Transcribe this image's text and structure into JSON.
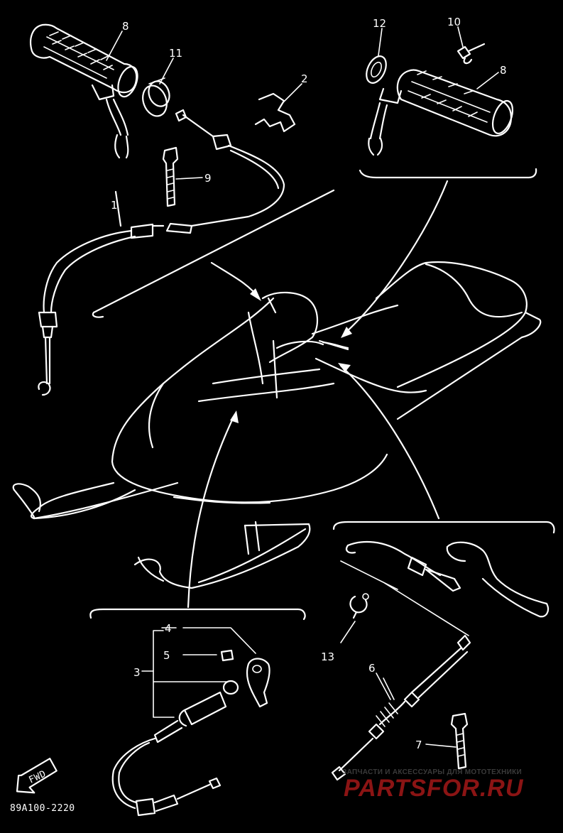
{
  "callouts": [
    {
      "id": "c8a",
      "label": "8"
    },
    {
      "id": "c11",
      "label": "11"
    },
    {
      "id": "c2",
      "label": "2"
    },
    {
      "id": "c9",
      "label": "9"
    },
    {
      "id": "c1",
      "label": "1"
    },
    {
      "id": "c12",
      "label": "12"
    },
    {
      "id": "c10",
      "label": "10"
    },
    {
      "id": "c8b",
      "label": "8"
    },
    {
      "id": "c4",
      "label": "4"
    },
    {
      "id": "c5",
      "label": "5"
    },
    {
      "id": "c3",
      "label": "3"
    },
    {
      "id": "c13",
      "label": "13"
    },
    {
      "id": "c6",
      "label": "6"
    },
    {
      "id": "c7",
      "label": "7"
    }
  ],
  "fwd_label": "FWD",
  "diagram_code": "89A100-2220",
  "watermark": {
    "tagline": "ЗАПЧАСТИ И АКСЕССУАРЫ ДЛЯ МОТОТЕХНИКИ",
    "brand": "PARTSFOR.RU",
    "color": "#8b1414"
  },
  "colors": {
    "background": "#000000",
    "line": "#ffffff"
  }
}
